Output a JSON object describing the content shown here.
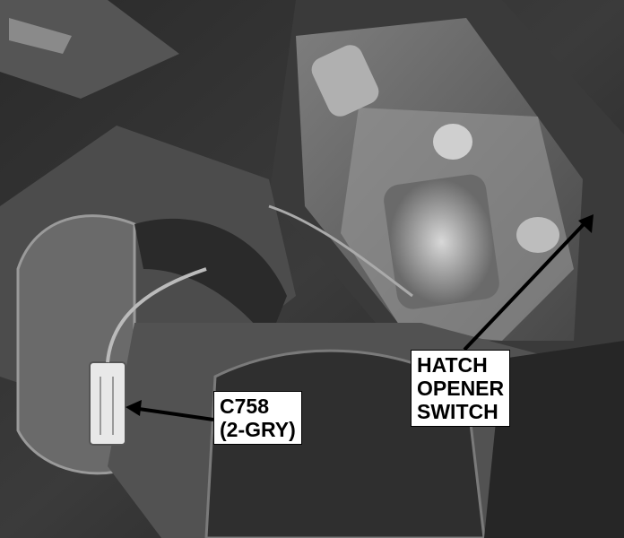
{
  "labels": {
    "connector": {
      "line1": "C758",
      "line2": "(2-GRY)"
    },
    "switch": {
      "line1": "HATCH",
      "line2": "OPENER",
      "line3": "SWITCH"
    }
  },
  "colors": {
    "label_bg": "#ffffff",
    "label_text": "#000000",
    "arrow": "#000000"
  }
}
